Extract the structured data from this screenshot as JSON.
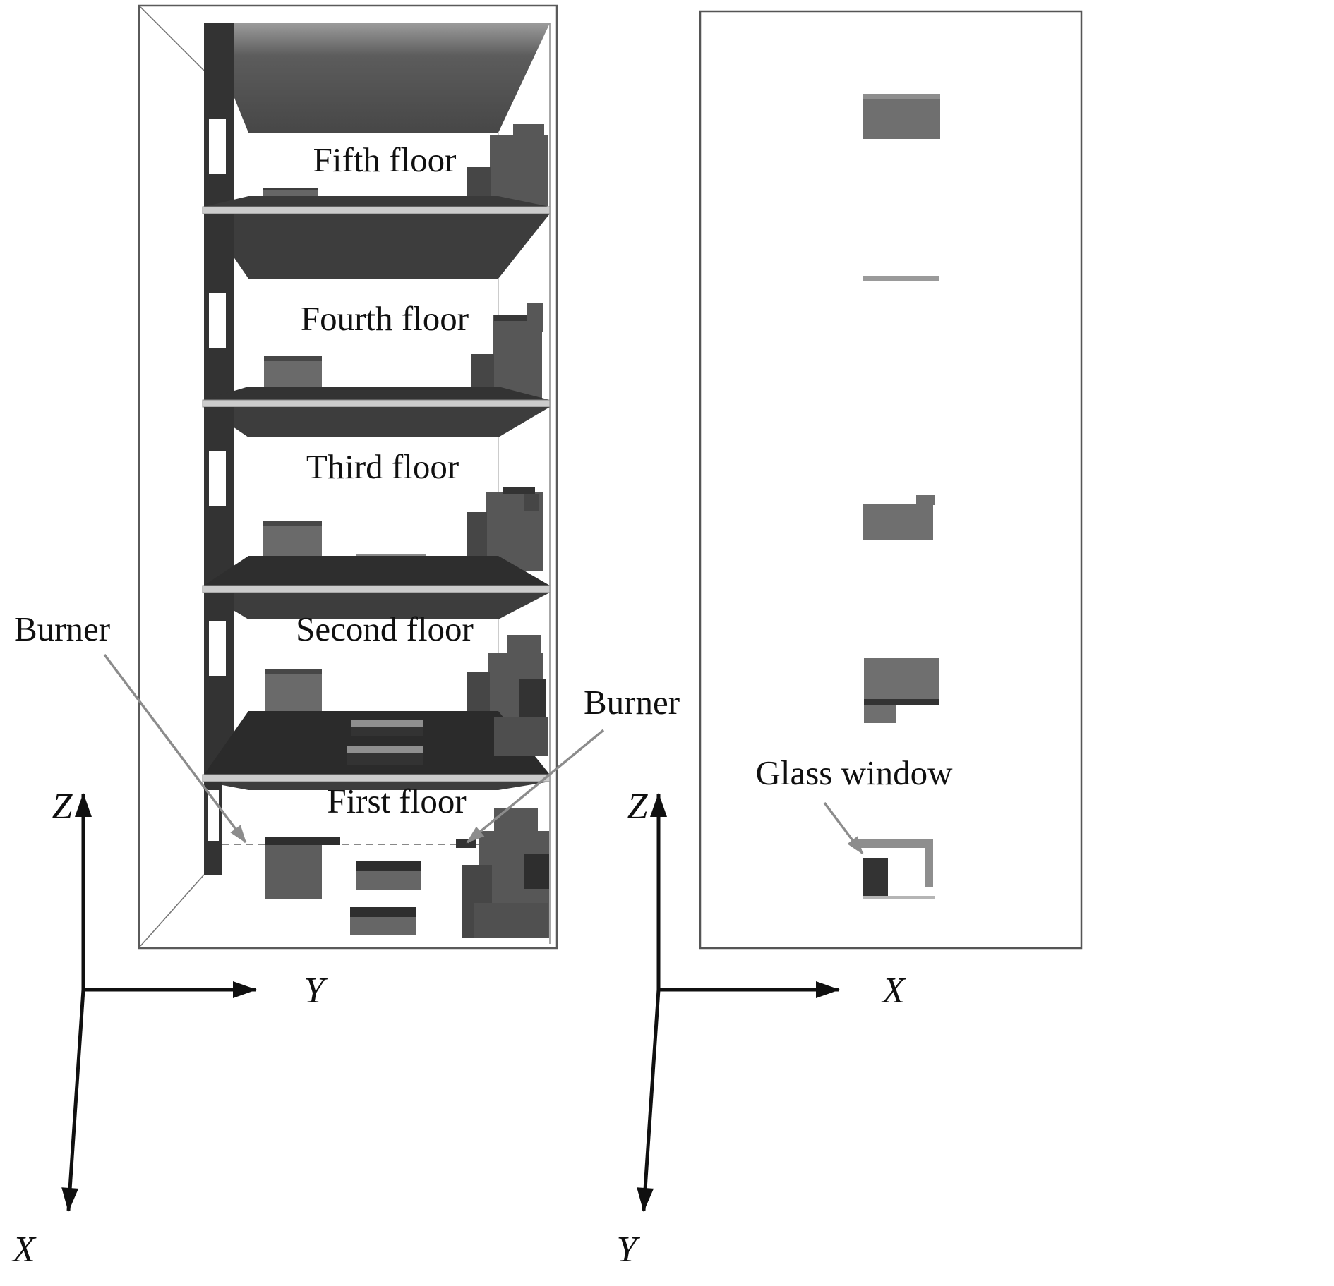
{
  "figure": {
    "left_view": {
      "floors": [
        {
          "label": "Fifth floor"
        },
        {
          "label": "Fourth floor"
        },
        {
          "label": "Third floor"
        },
        {
          "label": "Second floor"
        },
        {
          "label": "First floor"
        }
      ],
      "annotations": {
        "burner_left": "Burner",
        "burner_right": "Burner"
      },
      "axes": {
        "vertical": "Z",
        "horizontal": "Y",
        "depth": "X"
      }
    },
    "right_view": {
      "annotations": {
        "glass_window": "Glass window"
      },
      "axes": {
        "vertical": "Z",
        "horizontal": "X",
        "depth": "Y"
      }
    },
    "colors": {
      "dark_wall": "#333333",
      "ceiling_gray": "#3d3d3d",
      "mid_gray": "#6f6f6f",
      "furniture_gray": "#575757",
      "slab_gray": "#cccccc",
      "arrow_gray": "#8c8c8c",
      "ink": "#101010"
    }
  }
}
